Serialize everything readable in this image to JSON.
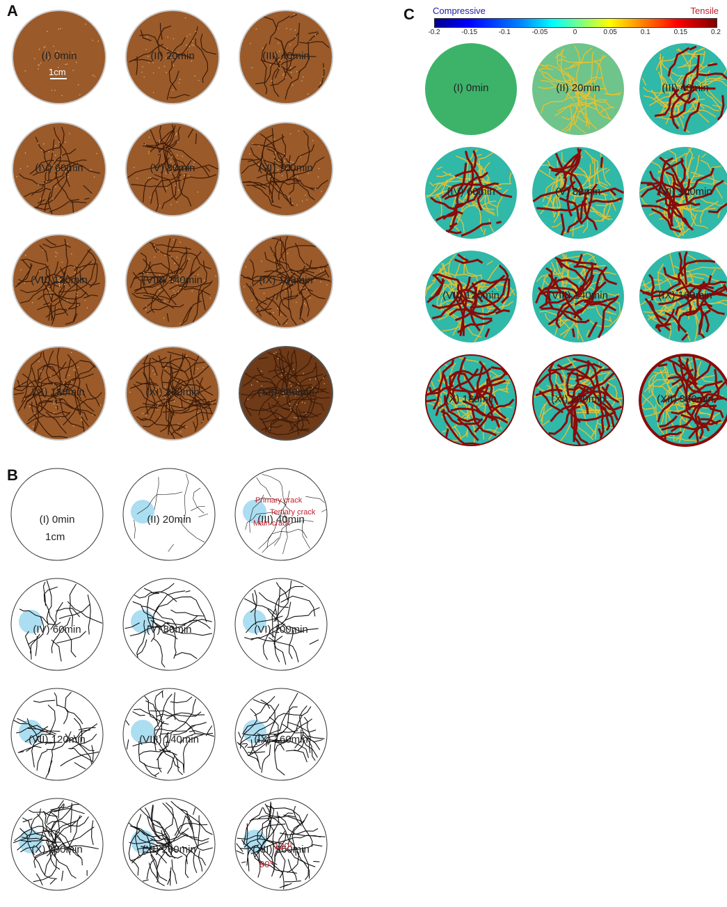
{
  "panels": {
    "A": {
      "letter": "A"
    },
    "B": {
      "letter": "B"
    },
    "C": {
      "letter": "C"
    }
  },
  "captions": [
    "(I) 0min",
    "(II) 20min",
    "(III) 40min",
    "(IV) 60min",
    "(V) 80min",
    "(VI) 100min",
    "(VII) 120min",
    "(VIII) 140min",
    "(IX) 160min",
    "(X) 180min",
    "(XI) 200min",
    "(XII) 360min"
  ],
  "scale_a": "1cm",
  "scale_b": "1cm",
  "annotations": {
    "primary_crack": "Primary crack",
    "tertiary_crack": "Tertiary crack",
    "main_crack": "Main crack",
    "angle_120": "120°",
    "angle_90": "90°"
  },
  "colorbar": {
    "left_label": "Compressive",
    "right_label": "Tensile",
    "ticks": [
      "-0.2",
      "-0.15",
      "-0.1",
      "-0.05",
      "0",
      "0.05",
      "0.1",
      "0.15",
      "0.2"
    ],
    "colors": {
      "compressive": "#1a1aa0",
      "tensile": "#c0202a"
    }
  },
  "colors": {
    "soil": "#9a5a2a",
    "soil_dark": "#6e3a18",
    "stress_bg": "#30b8a8",
    "stress_initial": "#3db36a",
    "crack_red": "#8b0a0a",
    "highlight_blue": "#9ed8f0"
  }
}
